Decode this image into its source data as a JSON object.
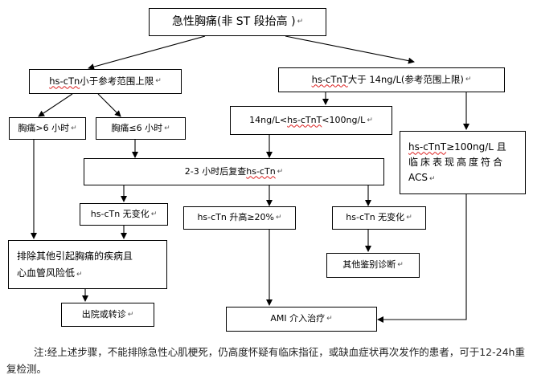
{
  "nodes": {
    "root": "急性胸痛(非 ST 段抬高 )",
    "left_top_prefix": "hs-cTn",
    "left_top_suffix": " 小于参考范围上限",
    "right_top_prefix": "hs-cTnT",
    "right_top_suffix": " 大于 14ng/L(参考范围上限)",
    "pain_gt6": "胸痛>6 小时",
    "pain_le6": "胸痛≤6 小时",
    "mid_range_prefix": "14ng/L<",
    "mid_range_term": "hs-cTnT",
    "mid_range_suffix": "<100ng/L",
    "recheck_prefix": "2-3 小时后复查 ",
    "recheck_term": "hs-cTn",
    "high_prefix": "hs-cTnT",
    "high_line1_suffix": "≥100ng/L  且",
    "high_line2": "临床表现高度符合",
    "high_line3": "ACS",
    "no_change_left": "hs-cTn 无变化",
    "rise": "hs-cTn 升高≥20%",
    "no_change_right": "hs-cTn 无变化",
    "exclude_line1": "排除其他引起胸痛的疾病且",
    "exclude_line2": "心血管风险低",
    "other_diag": "其他鉴别诊断",
    "discharge": "出院或转诊",
    "ami": "AMI 介入治疗"
  },
  "para_mark": "↵",
  "note": "注:经上述步骤，不能排除急性心肌梗死，仍高度怀疑有临床指征，或缺血症状再次发作的患者，可于12-24h重复检测。"
}
